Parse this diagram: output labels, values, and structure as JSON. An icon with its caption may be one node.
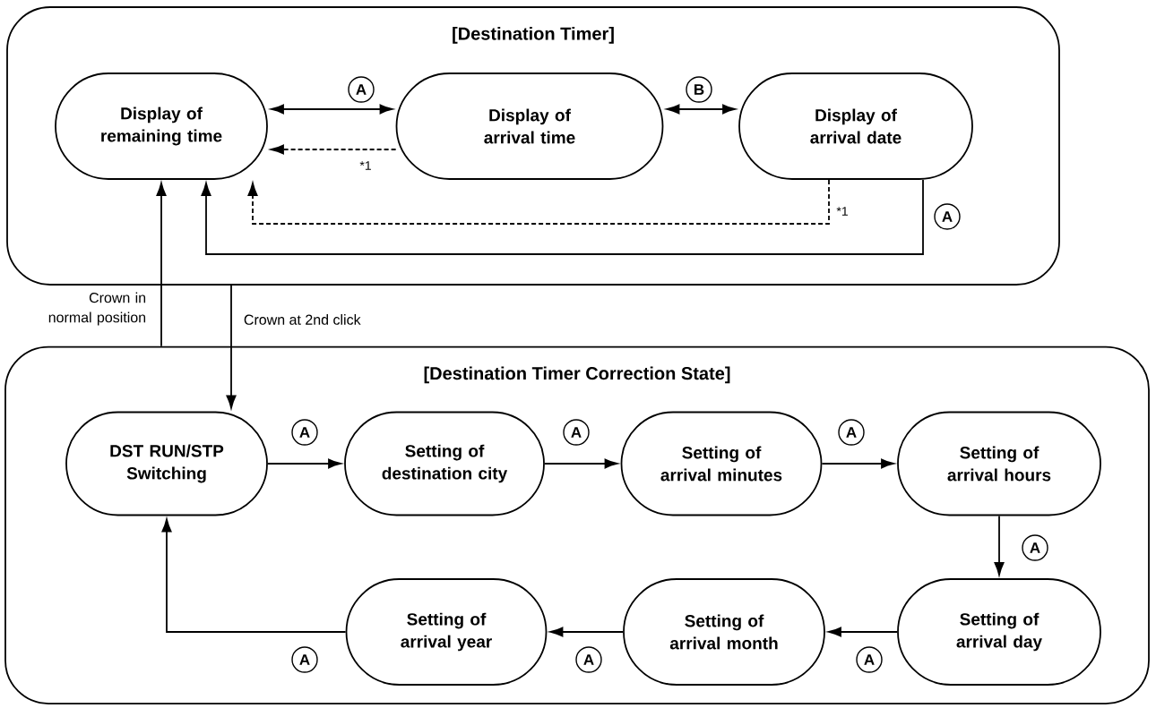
{
  "diagram": {
    "nodes": [
      {
        "text": [
          "[Destination Timer]"
        ]
      },
      {
        "text": [
          "Display of remaining time"
        ],
        "in": 0
      },
      {
        "text": [
          "Display of arrival time"
        ],
        "in": 0
      },
      {
        "text": [
          "Display of arrival date"
        ],
        "in": 0
      },
      {
        "text": [
          "[Destination Timer Correction State]"
        ]
      },
      {
        "text": [
          "DST RUN/STP Switching"
        ],
        "in": 4
      },
      {
        "text": [
          "Setting of destination city"
        ],
        "in": 4
      },
      {
        "text": [
          "Setting of arrival minutes"
        ],
        "in": 4
      },
      {
        "text": [
          "Setting of arrival hours"
        ],
        "in": 4
      },
      {
        "text": [
          "Setting of arrival day"
        ],
        "in": 4
      },
      {
        "text": [
          "Setting of arrival month"
        ],
        "in": 4
      },
      {
        "text": [
          "Setting of arrival year"
        ],
        "in": 4
      }
    ],
    "edges": [
      {
        "from": 1,
        "to": 2,
        "arrow": "both",
        "label": "A"
      },
      {
        "from": 2,
        "to": 3,
        "arrow": "both",
        "label": "B"
      },
      {
        "from": 2,
        "to": 1,
        "arrow": "to",
        "label": "*1",
        "style": "dashed"
      },
      {
        "from": 3,
        "to": 1,
        "arrow": "to",
        "label": "*1",
        "style": "dashed"
      },
      {
        "from": 3,
        "to": 1,
        "arrow": "to",
        "label": "A"
      },
      {
        "from": 4,
        "to": 1,
        "arrow": "to",
        "label": "Crown in normal position"
      },
      {
        "from": 0,
        "to": 5,
        "arrow": "to",
        "label": "Crown at 2nd click"
      },
      {
        "from": 5,
        "to": 6,
        "arrow": "to",
        "label": "A"
      },
      {
        "from": 6,
        "to": 7,
        "arrow": "to",
        "label": "A"
      },
      {
        "from": 7,
        "to": 8,
        "arrow": "to",
        "label": "A"
      },
      {
        "from": 8,
        "to": 9,
        "arrow": "to",
        "label": "A"
      },
      {
        "from": 9,
        "to": 10,
        "arrow": "to",
        "label": "A"
      },
      {
        "from": 10,
        "to": 11,
        "arrow": "to",
        "label": "A"
      },
      {
        "from": 11,
        "to": 5,
        "arrow": "to",
        "label": "A"
      }
    ]
  }
}
